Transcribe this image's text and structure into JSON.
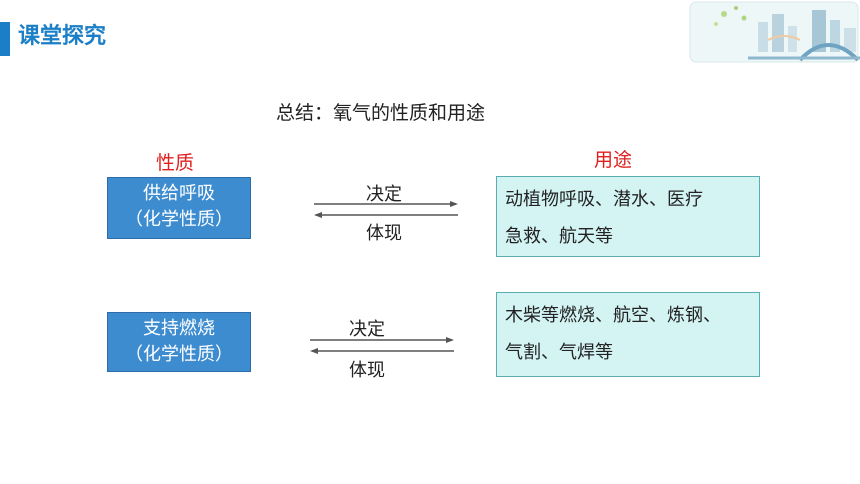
{
  "header": {
    "title": "课堂探究"
  },
  "summary": {
    "title": "总结：氧气的性质和用途"
  },
  "columns": {
    "property": "性质",
    "usage": "用途"
  },
  "rows": [
    {
      "property_line1": "供给呼吸",
      "property_line2": "（化学性质）",
      "determine": "决定",
      "embody": "体现",
      "usage_line1": "动植物呼吸、潜水、医疗",
      "usage_line2": "急救、航天等"
    },
    {
      "property_line1": "支持燃烧",
      "property_line2": "（化学性质）",
      "determine": "决定",
      "embody": "体现",
      "usage_line1": "木柴等燃烧、航空、炼钢、",
      "usage_line2": "气割、气焊等"
    }
  ],
  "colors": {
    "accent": "#1a7fc6",
    "property_box": "#3d8cd0",
    "usage_box": "#d4f4f4",
    "label_red": "#e02020"
  },
  "icons": {
    "decoration": "city-bridge-illustration"
  }
}
